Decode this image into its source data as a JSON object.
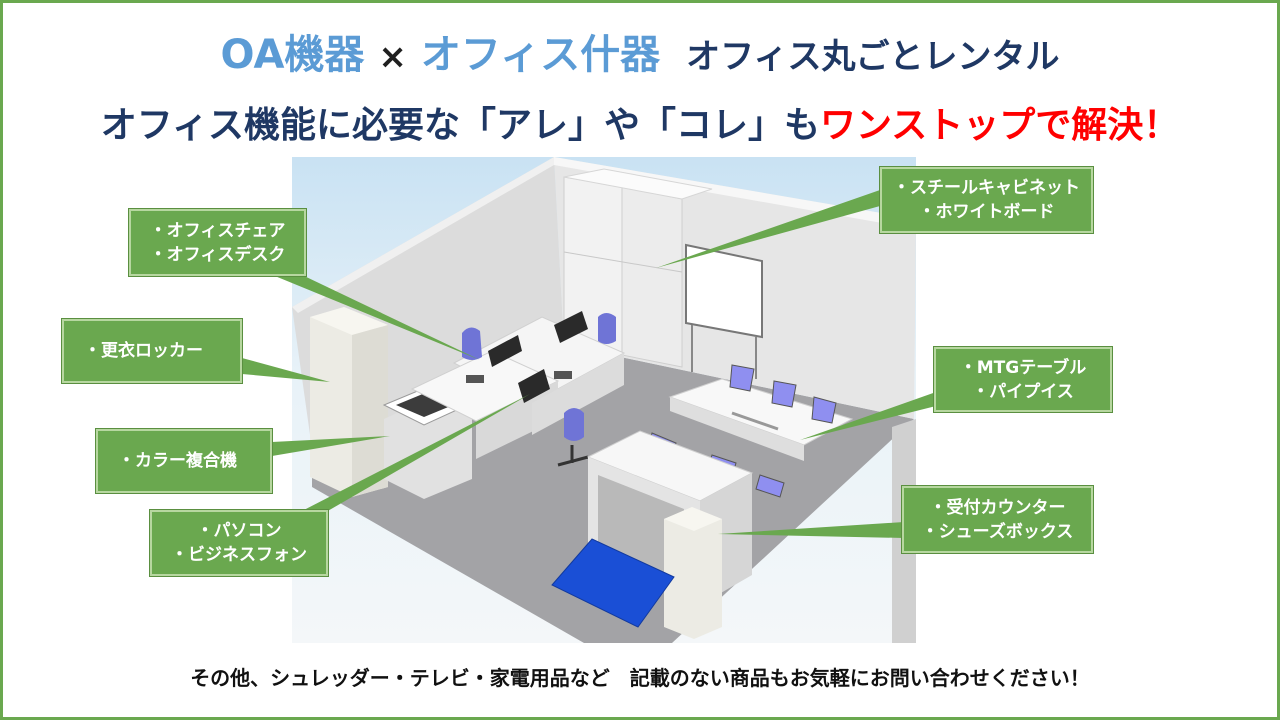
{
  "header": {
    "line1": {
      "part1": "OA機器",
      "times": "×",
      "part2": "オフィス什器",
      "part3": "オフィス丸ごとレンタル"
    },
    "line2": {
      "lead": "オフィス機能に必要な「アレ」や「コレ」も",
      "highlight": "ワンストップで解決！"
    }
  },
  "callouts": {
    "chair_desk": [
      "・オフィスチェア",
      "・オフィスデスク"
    ],
    "locker": [
      "・更衣ロッカー"
    ],
    "copier": [
      "・カラー複合機"
    ],
    "pc_phone": [
      "・パソコン",
      "・ビジネスフォン"
    ],
    "cabinet_board": [
      "・スチールキャビネット",
      "・ホワイトボード"
    ],
    "mtg": [
      "・MTGテーブル",
      "・パイプイス"
    ],
    "reception": [
      "・受付カウンター",
      "・シューズボックス"
    ]
  },
  "footer": {
    "text": "その他、シュレッダー・テレビ・家電用品など　記載のない商品もお気軽にお問い合わせください！"
  },
  "colors": {
    "callout_green": "#6aa84f",
    "title_blue": "#5b9bd5",
    "title_navy": "#1f3864",
    "accent_red": "#ff0000"
  }
}
